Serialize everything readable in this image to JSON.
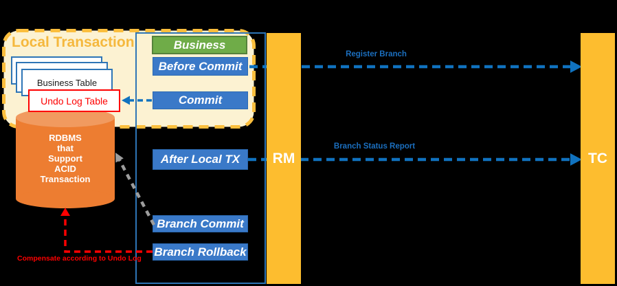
{
  "colors": {
    "background": "#000000",
    "local_transaction_fill": "#FCF2D2",
    "local_transaction_dash": "#FBBE3D",
    "title_gold": "#F5B83D",
    "lifeline_blue": "#2E75B6",
    "step_blue": "#3A79C8",
    "step_green": "#6FAC48",
    "actor_amber": "#FDBD2F",
    "database_orange": "#ED7D31",
    "arrow_blue": "#1072BF",
    "arrow_gray": "#9D9D9D",
    "arrow_red": "#FE0000"
  },
  "local_transaction": {
    "title": "Local Transaction",
    "tables": {
      "business_table": "Business Table",
      "undo_log_table": "Undo Log Table"
    },
    "database_label": "RDBMS\nthat\nSupport\nACID\nTransaction"
  },
  "steps": {
    "business": "Business",
    "before_commit": "Before Commit",
    "commit": "Commit",
    "after_local_tx": "After Local TX",
    "branch_commit": "Branch Commit",
    "branch_rollback": "Branch Rollback"
  },
  "actors": {
    "resource_manager": "RM",
    "transaction_coordinator": "TC"
  },
  "messages": {
    "register_branch": "Register Branch",
    "branch_status_report": "Branch Status Report",
    "compensate": "Compensate according to Undo Log"
  }
}
